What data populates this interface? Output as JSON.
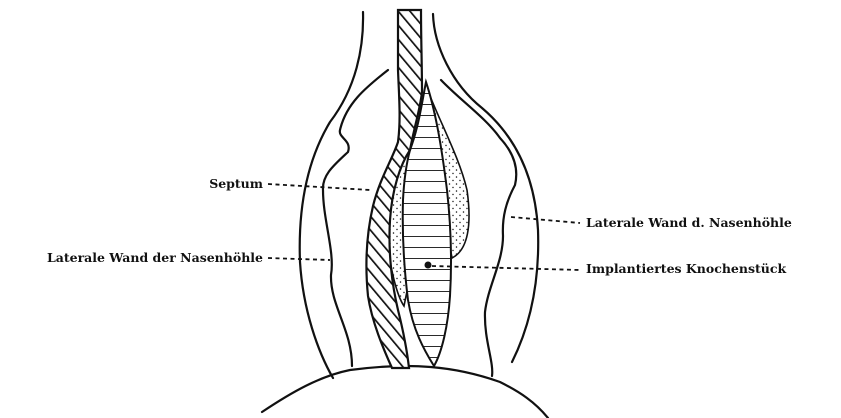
{
  "labels": {
    "septum": "Septum",
    "lateral_left": "Laterale Wand der Nasenhöhle",
    "lateral_right": "Laterale Wand d. Nasenhöhle",
    "implant": "Implantiertes Knochenstück"
  },
  "colors": {
    "ink": "#111111",
    "background": "#ffffff"
  }
}
